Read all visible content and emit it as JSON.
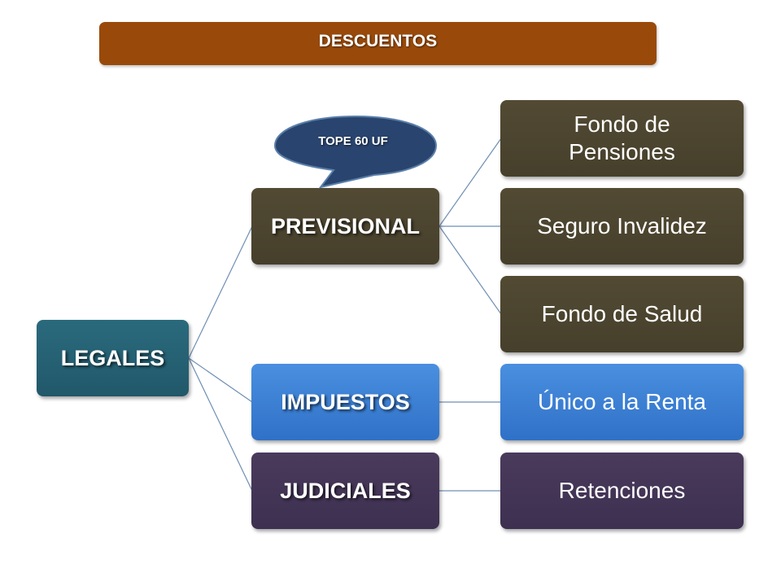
{
  "title": "DESCUENTOS",
  "root": {
    "label": "LEGALES"
  },
  "categories": [
    {
      "label": "PREVISIONAL",
      "children": [
        "Fondo de Pensiones",
        "Seguro Invalidez",
        "Fondo de Salud"
      ]
    },
    {
      "label": "IMPUESTOS",
      "children": [
        "Único a la Renta"
      ]
    },
    {
      "label": "JUDICIALES",
      "children": [
        "Retenciones"
      ]
    }
  ],
  "callout": {
    "label": "TOPE 60 UF"
  },
  "colors": {
    "title_bar": "#994a0a",
    "olive": "#4b4430",
    "teal": "#245f72",
    "blue": "#3b7fd4",
    "purple": "#423355",
    "callout": "#29446e",
    "connector": "#6f8fb3"
  }
}
